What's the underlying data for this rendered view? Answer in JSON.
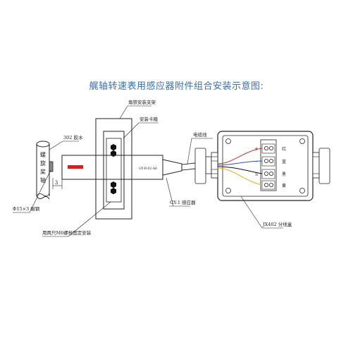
{
  "title": "艉轴转速表用感应器附件组合安装示意图:",
  "labels": {
    "bracket": "角铁安装支架",
    "clamp": "安装卡箍",
    "cable": "电缆线",
    "glue": "302 胶水",
    "shaft_v1": "螺",
    "shaft_v2": "旋",
    "shaft_v3": "桨",
    "shaft_v4": "轴",
    "shaft_v5": "",
    "distance": "3",
    "steel": "Φ15×3 磁钢",
    "sensor_text": "GY-B-02-A6",
    "sensor": "GY-1 感应器",
    "bolts": "用两只M6螺栓固定安装",
    "jbox": "JX402 分线盒",
    "wire_red": "红",
    "wire_blue": "蓝",
    "wire_black": "黑",
    "wire_yellow": "黄",
    "term_plus": "+",
    "term_minus": "-",
    "term_s": "S"
  },
  "colors": {
    "title": "#3a6fb0",
    "line": "#222222",
    "magnet": "#cc2222",
    "wire_red": "#d03030",
    "wire_blue": "#3050c0",
    "wire_yellow": "#e0b020",
    "wire_black": "#111111"
  }
}
